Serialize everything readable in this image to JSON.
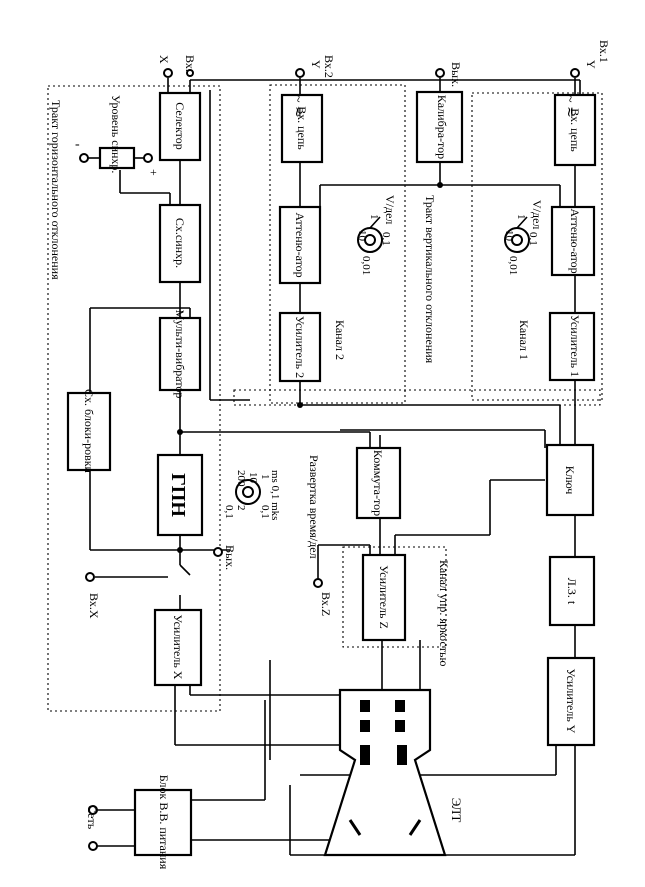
{
  "title": "",
  "inputs": {
    "in1": "Вх.1",
    "in1_y": "Y",
    "in2": "Вх.2",
    "in2_y": "Y",
    "inx": "Вх.",
    "inx_x": "X",
    "out_cal": "Вых.",
    "out_saw": "Вых.",
    "in_x_bottom": "Вх.X",
    "in_z": "Вх.Z",
    "mains": "Сеть"
  },
  "blocks": {
    "vx_cep1": "Вх. цепь",
    "atten1": "Аттеню-атор",
    "amp1": "Усилитель 1",
    "calibrator": "Калибра-тор",
    "vx_cep2": "Вх. цепь",
    "atten2": "Аттеню-атор",
    "amp2": "Усилитель 2",
    "selector": "Селектор",
    "sync": "Сх.синхр.",
    "multivibrator": "Мульти-вибратор",
    "block_scheme": "Сх. блоки-ровки",
    "gpn": "ГПН",
    "amp_x": "Усилитель X",
    "key": "Ключ",
    "delay": "Л.З. t",
    "amp_y": "Усилитель Y",
    "commutator": "Коммута-тор",
    "amp_z": "Усилитель Z",
    "hv_supply": "Блок В.В. питания",
    "crt": "ЭЛТ"
  },
  "labels": {
    "vdiv1": "V/дел",
    "vdiv2": "V/дел",
    "kanal1": "Канал 1",
    "kanal2": "Канал 2",
    "vert_path": "Тракт вертикального отклонения",
    "horiz_path": "Тракт горизонтального отклонения",
    "level_sync": "Уровень синхр.",
    "sweep": "Развертка время/дел",
    "sweep_units": "ms  0,1  mks",
    "bright_channel": "Канал упр. яркостью",
    "ac_dc": "~ ≂"
  },
  "switch_values": {
    "att1": [
      "0,1",
      "1",
      "10",
      "0,01"
    ],
    "att2": [
      "0,1",
      "1",
      "10",
      "0,01"
    ],
    "sweep": [
      "1",
      "10",
      "200",
      "2",
      "0,1",
      "0,1"
    ]
  },
  "level_pot_signs": [
    "-",
    "+"
  ]
}
